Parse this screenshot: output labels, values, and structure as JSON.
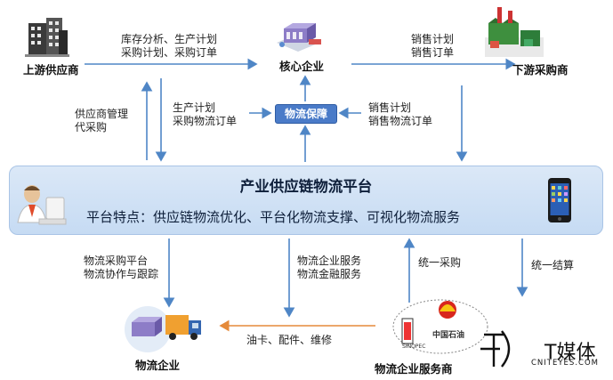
{
  "nodes": {
    "upstream": "上游供应商",
    "core": "核心企业",
    "downstream": "下游采购商",
    "logistics": "物流企业",
    "service_provider": "物流企业服务商"
  },
  "guarantee": "物流保障",
  "platform": {
    "title": "产业供应链物流平台",
    "feature": "平台特点：供应链物流优化、平台化物流支撑、可视化物流服务"
  },
  "flows": {
    "upstream_to_core": [
      "库存分析、生产计划",
      "采购计划、采购订单"
    ],
    "core_to_downstream": [
      "销售计划",
      "销售订单"
    ],
    "supplier_mgmt": [
      "供应商管理",
      "代采购"
    ],
    "production_purchase": [
      "生产计划",
      "采购物流订单"
    ],
    "sales_guarantee": [
      "销售计划",
      "销售物流订单"
    ],
    "logistics_purchase": [
      "物流采购平台",
      "物流协作与跟踪"
    ],
    "logistics_service": [
      "物流企业服务",
      "物流金融服务"
    ],
    "unified_purchase": "统一采购",
    "unified_settlement": "统一结算",
    "fuel_parts": "油卡、配件、维修"
  },
  "logos": {
    "cnpc": "中国石油",
    "sinopec": "SINOPEC",
    "watermark_main": "T媒体",
    "watermark_sub": "CNITEYES.COM"
  },
  "colors": {
    "arrow": "#4f86c6",
    "arrow_orange": "#e58a3a",
    "platform": "#d0e2f6",
    "guarantee": "#4a7bc8"
  }
}
